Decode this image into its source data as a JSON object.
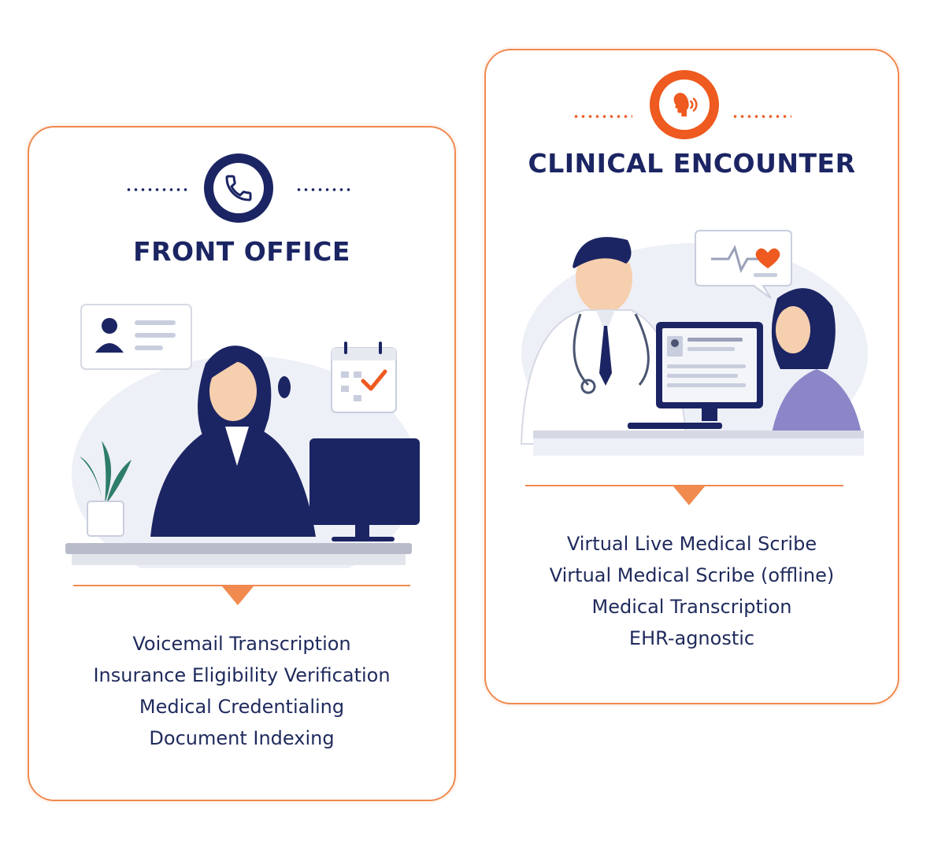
{
  "cards": [
    {
      "title": "FRONT OFFICE",
      "icon": "phone-icon",
      "accent": "#1c2563",
      "services": [
        "Voicemail Transcription",
        "Insurance Eligibility Verification",
        "Medical Credentialing",
        "Document Indexing"
      ]
    },
    {
      "title": "CLINICAL ENCOUNTER",
      "icon": "speaking-head-icon",
      "accent": "#ee5a1f",
      "services": [
        "Virtual Live Medical Scribe",
        "Virtual Medical Scribe (offline)",
        "Medical Transcription",
        "EHR-agnostic"
      ]
    }
  ],
  "colors": {
    "navy": "#1c2563",
    "orange": "#ee5a1f",
    "border": "#f08a4f"
  }
}
